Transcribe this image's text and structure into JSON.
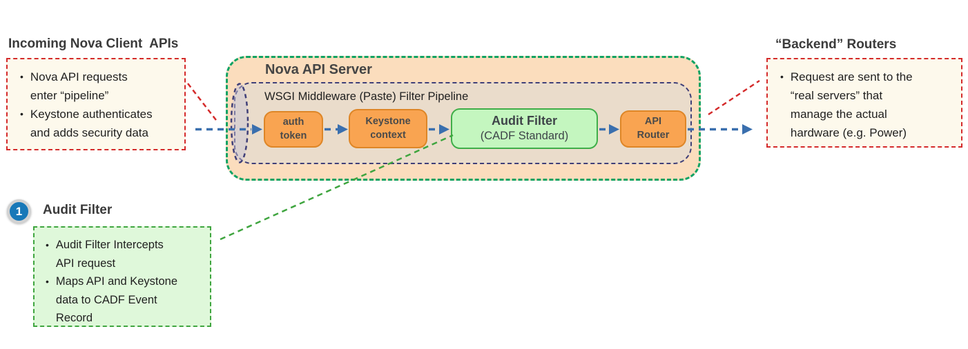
{
  "glyphs": {
    "bullet": "•"
  },
  "left_note": {
    "title": "Incoming Nova Client  APIs",
    "bullets": [
      "Nova API requests\nenter “pipeline”",
      "Keystone authenticates\nand adds security data"
    ]
  },
  "server": {
    "title": "Nova API Server",
    "pipeline_label": "WSGI Middleware (Paste) Filter Pipeline",
    "stages": [
      {
        "title": "auth\ntoken"
      },
      {
        "title": "Keystone\ncontext"
      },
      {
        "title": "Audit Filter",
        "subtitle": "(CADF Standard)"
      },
      {
        "title": "API\nRouter"
      }
    ]
  },
  "right_note": {
    "title": "“Backend” Routers",
    "bullets": [
      "Request are sent to the\n“real servers” that\nmanage the actual\nhardware (e.g. Power)"
    ]
  },
  "annotation": {
    "number": "1",
    "title": "Audit Filter",
    "bullets": [
      "Audit Filter Intercepts\nAPI request",
      "Maps API and Keystone\ndata to CADF Event\nRecord"
    ]
  },
  "colors": {
    "server_fill": "#FBDDBD",
    "server_border_green": "#0FA363",
    "pipeline_fill": "#EADCCB",
    "pipeline_border_navy": "#3F3F78",
    "stage_orange_fill": "#F9A451",
    "stage_orange_border": "#DE8627",
    "stage_green_fill": "#C4F6BF",
    "stage_green_border": "#3FAE49",
    "arrow_blue": "#3A6FAE",
    "callout_red": "#D42A2A",
    "annotation_green": "#3FA53F",
    "note_fill": "#FDF9EC",
    "badge_blue": "#1878B8"
  }
}
